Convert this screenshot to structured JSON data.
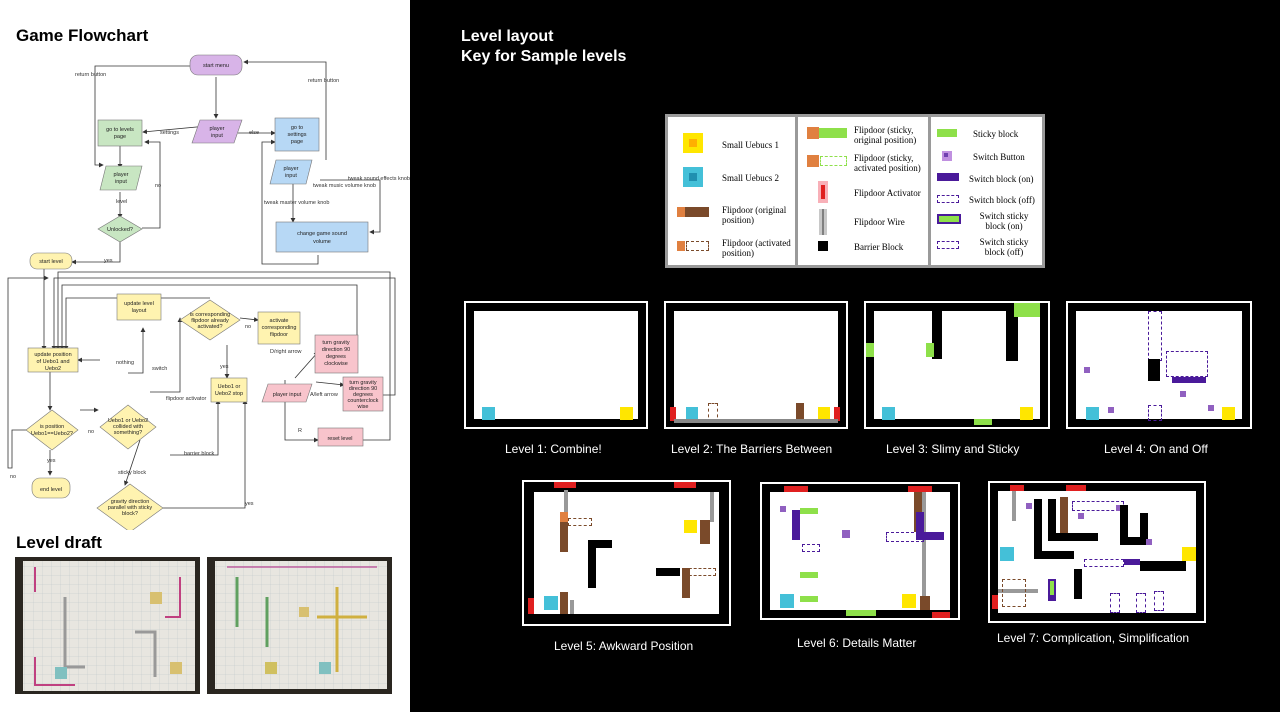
{
  "flowchart": {
    "title": "Game Flowchart",
    "nodes": {
      "start_menu": "start menu",
      "player_input_top_1": "player",
      "player_input_top_2": "input",
      "levels_page_1": "go to levels",
      "levels_page_2": "page",
      "settings_page_1": "go to",
      "settings_page_2": "settings",
      "settings_page_3": "page",
      "player_input_left_1": "player",
      "player_input_left_2": "input",
      "player_input_right_1": "player",
      "player_input_right_2": "input",
      "unlocked": "Unlocked?",
      "change_volume_1": "change game sound",
      "change_volume_2": "volume",
      "start_level": "start level",
      "update_layout_1": "update level",
      "update_layout_2": "layout",
      "corresponding_1": "is corresponding",
      "corresponding_2": "flipdoor already",
      "corresponding_3": "activated?",
      "activate_1": "activate",
      "activate_2": "corresponding",
      "activate_3": "flipdoor",
      "turn_cw_1": "turn gravity",
      "turn_cw_2": "direction 90",
      "turn_cw_3": "degrees",
      "turn_cw_4": "clockwise",
      "update_pos_1": "update position",
      "update_pos_2": "of Uebo1 and",
      "update_pos_3": "Uebo2",
      "uebo_stop_1": "Uebo1 or",
      "uebo_stop_2": "Uebo2 stop",
      "player_input_mid": "player input",
      "turn_ccw_1": "turn gravity",
      "turn_ccw_2": "direction 90",
      "turn_ccw_3": "degrees",
      "turn_ccw_4": "counterclock",
      "turn_ccw_5": "wise",
      "is_position_1": "is position",
      "is_position_2": "Uebo1==Uebo2?",
      "collided_1": "Uebo1 or Uebo2",
      "collided_2": "collided with",
      "collided_3": "something?",
      "reset_level": "reset level",
      "end_level": "end level",
      "gravity_1": "gravity direction",
      "gravity_2": "parallel with sticky",
      "gravity_3": "block?"
    },
    "edge_labels": {
      "return_left": "return button",
      "return_right": "return button",
      "settings": "settings",
      "else": "else",
      "level": "level",
      "no": "no",
      "tweak_sound": "tweak sound effects knob",
      "tweak_music": "tweak music volume knob",
      "tweak_master": "tweak master volume knob",
      "yes": "yes",
      "nothing": "nothing",
      "switch": "switch",
      "flipdoor_activator": "flipdoor activator",
      "d_right": "D/right arrow",
      "a_left": "A/left arrow",
      "r": "R",
      "barrier_block": "barrier block",
      "sticky_block": "sticky block"
    }
  },
  "draft": {
    "title": "Level draft"
  },
  "layout": {
    "title_line1": "Level layout",
    "title_line2": "Key for Sample levels"
  },
  "legend": {
    "col1": [
      {
        "label": "Small Uebucs 1",
        "icon": "yellow-uebucs-icon"
      },
      {
        "label": "Small Uebucs 2",
        "icon": "blue-uebucs-icon"
      },
      {
        "label": "Flipdoor (original position)",
        "icon": "flipdoor-original-icon"
      },
      {
        "label": "Flipdoor (activated position)",
        "icon": "flipdoor-activated-icon"
      }
    ],
    "col2": [
      {
        "label": "Flipdoor (sticky, original position)",
        "icon": "flipdoor-sticky-original-icon"
      },
      {
        "label": "Flipdoor (sticky, activated position)",
        "icon": "flipdoor-sticky-activated-icon"
      },
      {
        "label": "Flipdoor Activator",
        "icon": "flipdoor-activator-icon"
      },
      {
        "label": "Flipdoor Wire",
        "icon": "flipdoor-wire-icon"
      },
      {
        "label": "Barrier Block",
        "icon": "barrier-block-icon"
      }
    ],
    "col3": [
      {
        "label": "Sticky block",
        "icon": "sticky-block-icon"
      },
      {
        "label": "Switch Button",
        "icon": "switch-button-icon"
      },
      {
        "label": "Switch block (on)",
        "icon": "switch-block-on-icon"
      },
      {
        "label": "Switch block (off)",
        "icon": "switch-block-off-icon"
      },
      {
        "label": "Switch sticky block (on)",
        "icon": "switch-sticky-on-icon"
      },
      {
        "label": "Switch sticky block (off)",
        "icon": "switch-sticky-off-icon"
      }
    ]
  },
  "levels": [
    {
      "label": "Level 1: Combine!"
    },
    {
      "label": "Level 2: The Barriers Between"
    },
    {
      "label": "Level 3: Slimy and Sticky"
    },
    {
      "label": "Level 4: On and Off"
    },
    {
      "label": "Level 5: Awkward Position"
    },
    {
      "label": "Level 6: Details Matter"
    },
    {
      "label": "Level 7: Complication, Simplification"
    }
  ],
  "colors": {
    "yellow": "#ffe600",
    "blue": "#44c0d8",
    "brown": "#7a4a2a",
    "orange": "#e08040",
    "green": "#8ee04a",
    "purple": "#4a1a9a",
    "red": "#e02020",
    "start_node": "#d8b4e8",
    "input_node": "#b7d8f5",
    "level_node": "#c8e6c2",
    "process_node": "#fff3b0",
    "gravity_node": "#f8c4cc"
  }
}
